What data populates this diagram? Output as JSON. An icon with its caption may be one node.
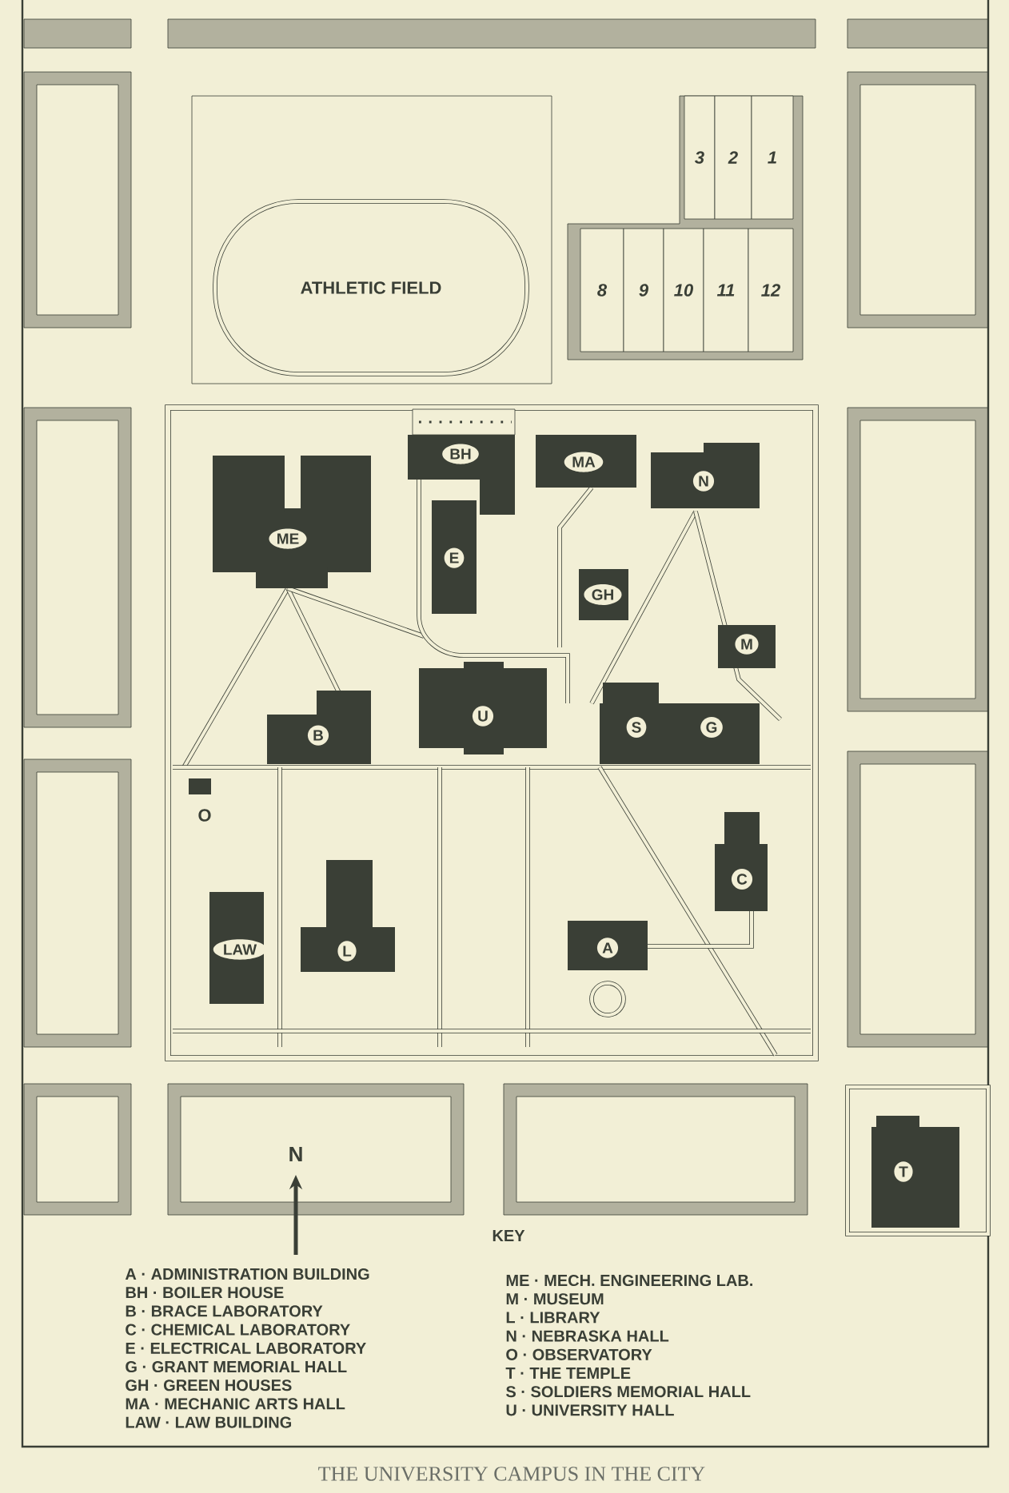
{
  "diagram": {
    "caption": "THE UNIVERSITY CAMPUS IN THE CITY",
    "nodes": [
      {
        "text": [
          "ATHLETIC FIELD"
        ]
      },
      {
        "text": [
          "3"
        ]
      },
      {
        "text": [
          "2"
        ]
      },
      {
        "text": [
          "1"
        ]
      },
      {
        "text": [
          "8"
        ]
      },
      {
        "text": [
          "9"
        ]
      },
      {
        "text": [
          "10"
        ]
      },
      {
        "text": [
          "11"
        ]
      },
      {
        "text": [
          "12"
        ]
      },
      {
        "text": [
          "BH"
        ]
      },
      {
        "text": [
          "MA"
        ]
      },
      {
        "text": [
          "N"
        ]
      },
      {
        "text": [
          "ME"
        ]
      },
      {
        "text": [
          "E"
        ]
      },
      {
        "text": [
          "GH"
        ]
      },
      {
        "text": [
          "M"
        ]
      },
      {
        "text": [
          "B"
        ]
      },
      {
        "text": [
          "U"
        ]
      },
      {
        "text": [
          "S",
          "G"
        ]
      },
      {
        "text": [
          "O"
        ]
      },
      {
        "text": [
          "C"
        ]
      },
      {
        "text": [
          "LAW"
        ]
      },
      {
        "text": [
          "L"
        ]
      },
      {
        "text": [
          "A"
        ]
      },
      {
        "text": [
          "T"
        ]
      }
    ],
    "labels": [
      "N",
      "KEY",
      "A · ADMINISTRATION BUILDING",
      "BH · BOILER HOUSE",
      "B · BRACE LABORATORY",
      "C · CHEMICAL LABORATORY",
      "E · ELECTRICAL LABORATORY",
      "G · GRANT MEMORIAL HALL",
      "GH · GREEN HOUSES",
      "MA · MECHANIC ARTS HALL",
      "LAW · LAW BUILDING",
      "ME · MECH. ENGINEERING LAB.",
      "M · MUSEUM",
      "L · LIBRARY",
      "N · NEBRASKA HALL",
      "O · OBSERVATORY",
      "T · THE TEMPLE",
      "S · SOLDIERS MEMORIAL HALL",
      "U · UNIVERSITY HALL"
    ]
  }
}
